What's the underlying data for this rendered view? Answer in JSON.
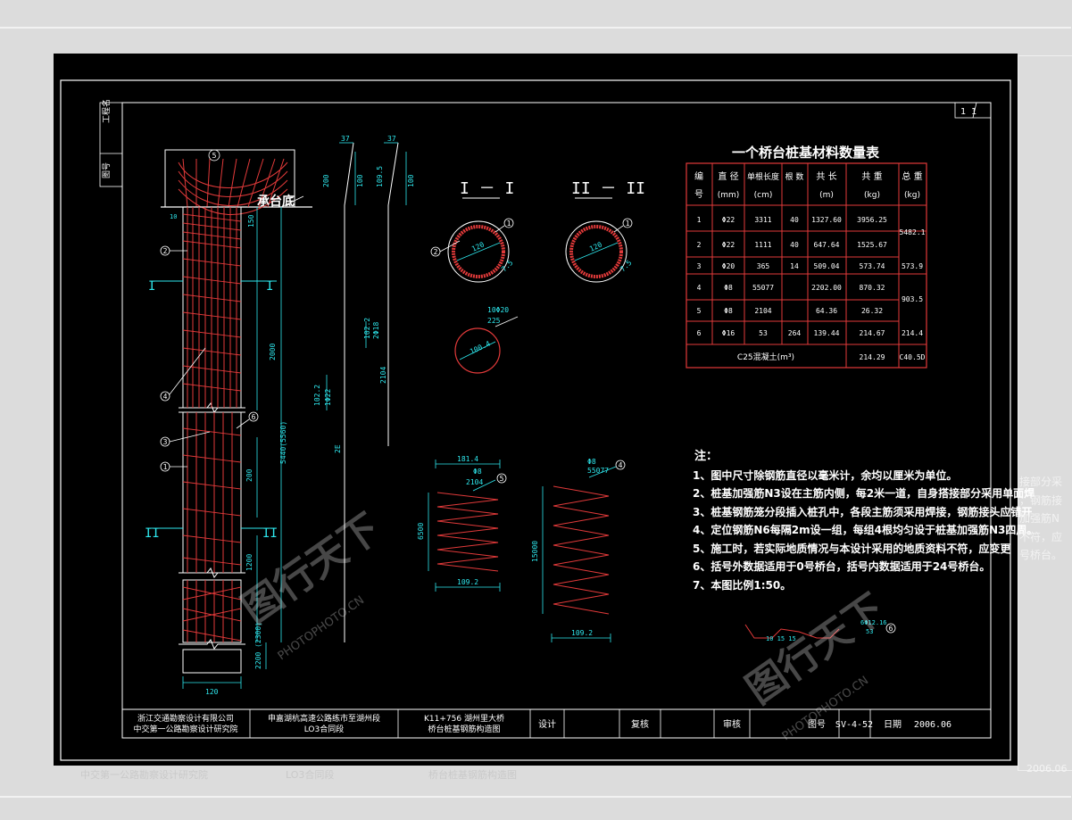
{
  "drawing": {
    "table_title": "一个桥台桩基材料数量表",
    "table_headers": {
      "col1": [
        "编",
        "号"
      ],
      "col2": [
        "直 径",
        "(mm)"
      ],
      "col3": [
        "单根长度",
        "(cm)"
      ],
      "col4": [
        "根 数"
      ],
      "col5": [
        "共 长",
        "(m)"
      ],
      "col6": [
        "共 重",
        "(kg)"
      ],
      "col7": [
        "总 重",
        "(kg)"
      ]
    },
    "table_rows": [
      {
        "no": "1",
        "dia": "Φ22",
        "len": "3311",
        "count": "40",
        "total_len": "1327.60",
        "weight": "3956.25"
      },
      {
        "no": "2",
        "dia": "Φ22",
        "len": "1111",
        "count": "40",
        "total_len": "647.64",
        "weight": "1525.67"
      },
      {
        "no": "3",
        "dia": "Φ20",
        "len": "365",
        "count": "14",
        "total_len": "509.04",
        "weight": "573.74"
      },
      {
        "no": "4",
        "dia": "Φ8",
        "len": "55077",
        "count": "",
        "total_len": "2202.00",
        "weight": "870.32"
      },
      {
        "no": "5",
        "dia": "Φ8",
        "len": "2104",
        "count": "",
        "total_len": "64.36",
        "weight": "26.32"
      },
      {
        "no": "6",
        "dia": "Φ16",
        "len": "53",
        "count": "264",
        "total_len": "139.44",
        "weight": "214.67"
      }
    ],
    "table_totals": [
      "5482.1",
      "573.9",
      "903.5",
      "214.4"
    ],
    "concrete_row": {
      "label": "C25混凝土(m³)",
      "v1": "214.29",
      "v2": "C40.5D"
    },
    "sheet_mark": "1  1",
    "section_I": "I － I",
    "section_II": "II － II",
    "label_cheng": "承台底",
    "left_tab": [
      "图号",
      "工程名"
    ],
    "dims": {
      "d120": "120",
      "d200_top": "200",
      "d2000": "2000",
      "d200": "200",
      "d1200": "1200",
      "d150": "150",
      "d5440": "5440(5560)",
      "d2200": "2200 (2300)",
      "top": "10",
      "d37": "37",
      "d100": "100",
      "d1095": "109.5",
      "sec1_dia": "120",
      "sec2_dia": "120",
      "rad": "7.5",
      "ring_dim": "100.4",
      "ring_top": "10Φ20",
      "ring_v": "225",
      "spiral_w": "181.4",
      "spiral_h1": "6500",
      "spiral_h2": "15000",
      "spiral_w2": "109.2",
      "phi8_a": "Φ8",
      "phi8_b": "Φ8",
      "val_2104": "2104",
      "val_55077": "55077",
      "side_1022": "102.2",
      "side_2d0": "2Φ18",
      "side_11": "1Φ22",
      "side_2104": "2104",
      "small_bar": "10    15    15",
      "small_hook": "6Φ12.16",
      "small_53": "53"
    },
    "notes_title": "注：",
    "notes": [
      "1、图中尺寸除钢筋直径以毫米计，余均以厘米为单位。",
      "2、桩基加强筋N3设在主筋内侧，每2米一道，自身搭接部分采用单面焊",
      "3、桩基钢筋笼分段插入桩孔中，各段主筋须采用焊接，钢筋接头应错开",
      "4、定位钢筋N6每隔2m设一组，每组4根均匀设于桩基加强筋N3四周。",
      "5、施工时，若实际地质情况与本设计采用的地质资料不符，应变更",
      "6、括号外数据适用于0号桥台，括号内数据适用于24号桥台。",
      "7、本图比例1:50。"
    ],
    "ghost_notes": [
      "接部分采",
      "，钢筋接",
      "加强筋N",
      "不符，应",
      "号桥台。"
    ],
    "title_block": {
      "company1": "浙江交通勘察设计有限公司",
      "company2": "中交第一公路勘察设计研究院",
      "project1": "申嘉湖杭高速公路练市至湖州段",
      "project2": "LO3合同段",
      "drawing1": "K11+756  湖州里大桥",
      "drawing2": "桥台桩基钢筋构造图",
      "design": "设计",
      "review": "复核",
      "audit": "审核",
      "fig_no_label": "图号",
      "fig_no": "SV-4-52",
      "date_label": "日期",
      "date": "2006.06"
    },
    "watermark1": "图行天下",
    "watermark2": "PHOTOPHOTO.CN",
    "ghost_title": [
      "中交第一公路勘察设计研究院",
      "LO3合同段",
      "桥台桩基钢筋构造图",
      "2006.06"
    ]
  },
  "colors": {
    "background": "#000000",
    "red": "#e23a3a",
    "cyan": "#2ee8ee",
    "white": "#ffffff",
    "green": "#3ce03c",
    "yellow": "#e8e860"
  }
}
